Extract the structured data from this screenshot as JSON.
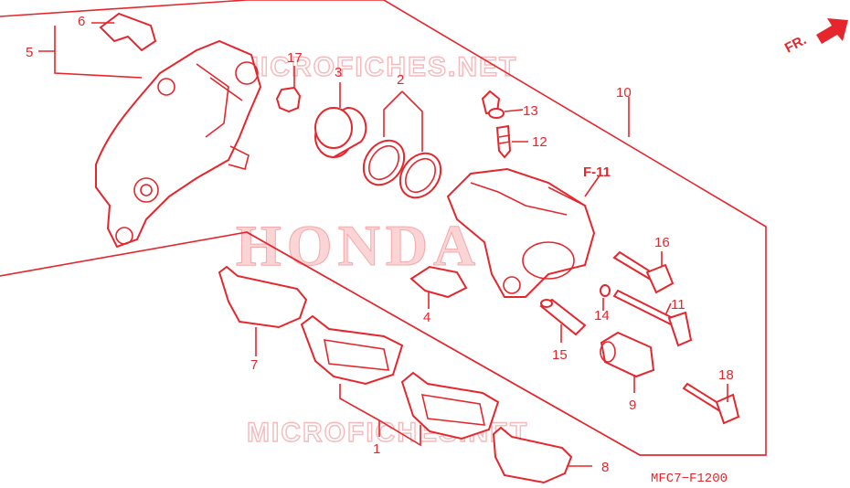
{
  "watermarks": {
    "top": "MICROFICHES.NET",
    "center": "HONDA",
    "bottom": "MICROFICHES.NET"
  },
  "direction": {
    "label": "FR."
  },
  "reference": {
    "label": "F-11"
  },
  "diagram_code": "MFC7−F1200",
  "callouts": [
    "1",
    "2",
    "3",
    "4",
    "5",
    "6",
    "7",
    "8",
    "9",
    "10",
    "11",
    "12",
    "13",
    "14",
    "15",
    "16",
    "17",
    "18"
  ],
  "colors": {
    "line": "#e5262d",
    "watermark": "#f6b9bb",
    "background": "#ffffff"
  }
}
